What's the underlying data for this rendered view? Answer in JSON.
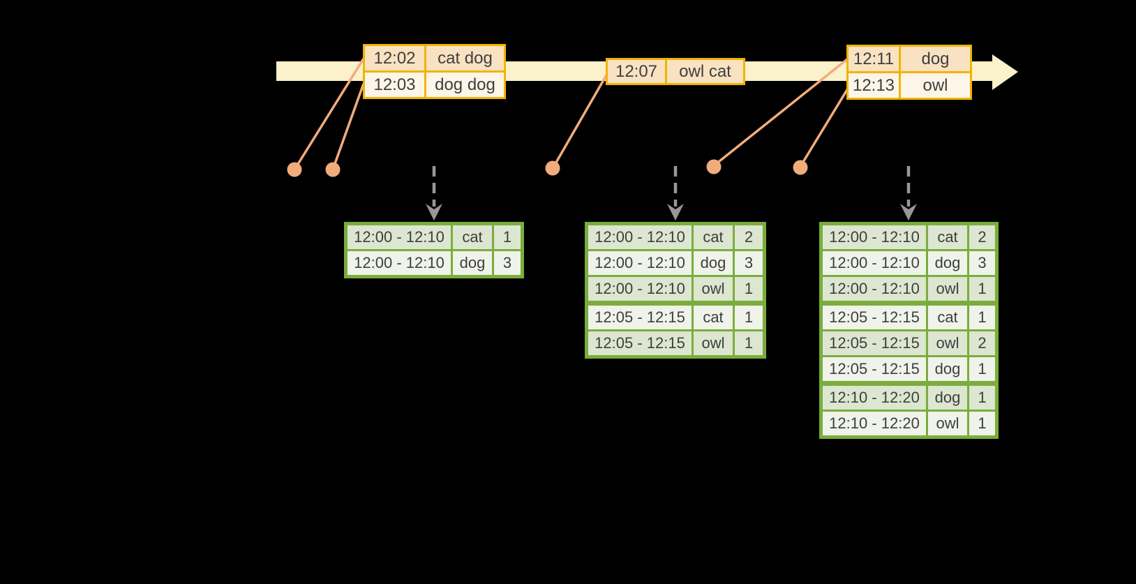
{
  "timeline": {
    "direction": "right",
    "band_color": "#FBF1CB",
    "event_tables": [
      {
        "rows": [
          {
            "time": "12:02",
            "words": "cat dog"
          },
          {
            "time": "12:03",
            "words": "dog dog"
          }
        ]
      },
      {
        "rows": [
          {
            "time": "12:07",
            "words": "owl cat"
          }
        ]
      },
      {
        "rows": [
          {
            "time": "12:11",
            "words": "dog"
          },
          {
            "time": "12:13",
            "words": "owl"
          }
        ]
      }
    ],
    "event_dot_count": 5
  },
  "result_tables": [
    {
      "rows": [
        [
          "12:00 - 12:10",
          "cat",
          "1"
        ],
        [
          "12:00 - 12:10",
          "dog",
          "3"
        ]
      ],
      "group_breaks": []
    },
    {
      "rows": [
        [
          "12:00 - 12:10",
          "cat",
          "2"
        ],
        [
          "12:00 - 12:10",
          "dog",
          "3"
        ],
        [
          "12:00 - 12:10",
          "owl",
          "1"
        ],
        [
          "12:05 - 12:15",
          "cat",
          "1"
        ],
        [
          "12:05 - 12:15",
          "owl",
          "1"
        ]
      ],
      "group_breaks": [
        3
      ]
    },
    {
      "rows": [
        [
          "12:00 - 12:10",
          "cat",
          "2"
        ],
        [
          "12:00 - 12:10",
          "dog",
          "3"
        ],
        [
          "12:00 - 12:10",
          "owl",
          "1"
        ],
        [
          "12:05 - 12:15",
          "cat",
          "1"
        ],
        [
          "12:05 - 12:15",
          "owl",
          "2"
        ],
        [
          "12:05 - 12:15",
          "dog",
          "1"
        ],
        [
          "12:10 - 12:20",
          "dog",
          "1"
        ],
        [
          "12:10 - 12:20",
          "owl",
          "1"
        ]
      ],
      "group_breaks": [
        3,
        6
      ]
    }
  ],
  "colors": {
    "background": "#000000",
    "timeline_band": "#FBF1CB",
    "event_table_border": "#F0B400",
    "event_row_dark": "#F9E2C2",
    "event_row_light": "#FDF5E8",
    "connector_salmon": "#F1AC7C",
    "dashed_arrow_gray": "#979797",
    "result_table_border": "#7AAD3C",
    "result_row_dark": "#DCE6D0",
    "result_row_light": "#EFF3EA",
    "text": "#3E3E3E"
  }
}
